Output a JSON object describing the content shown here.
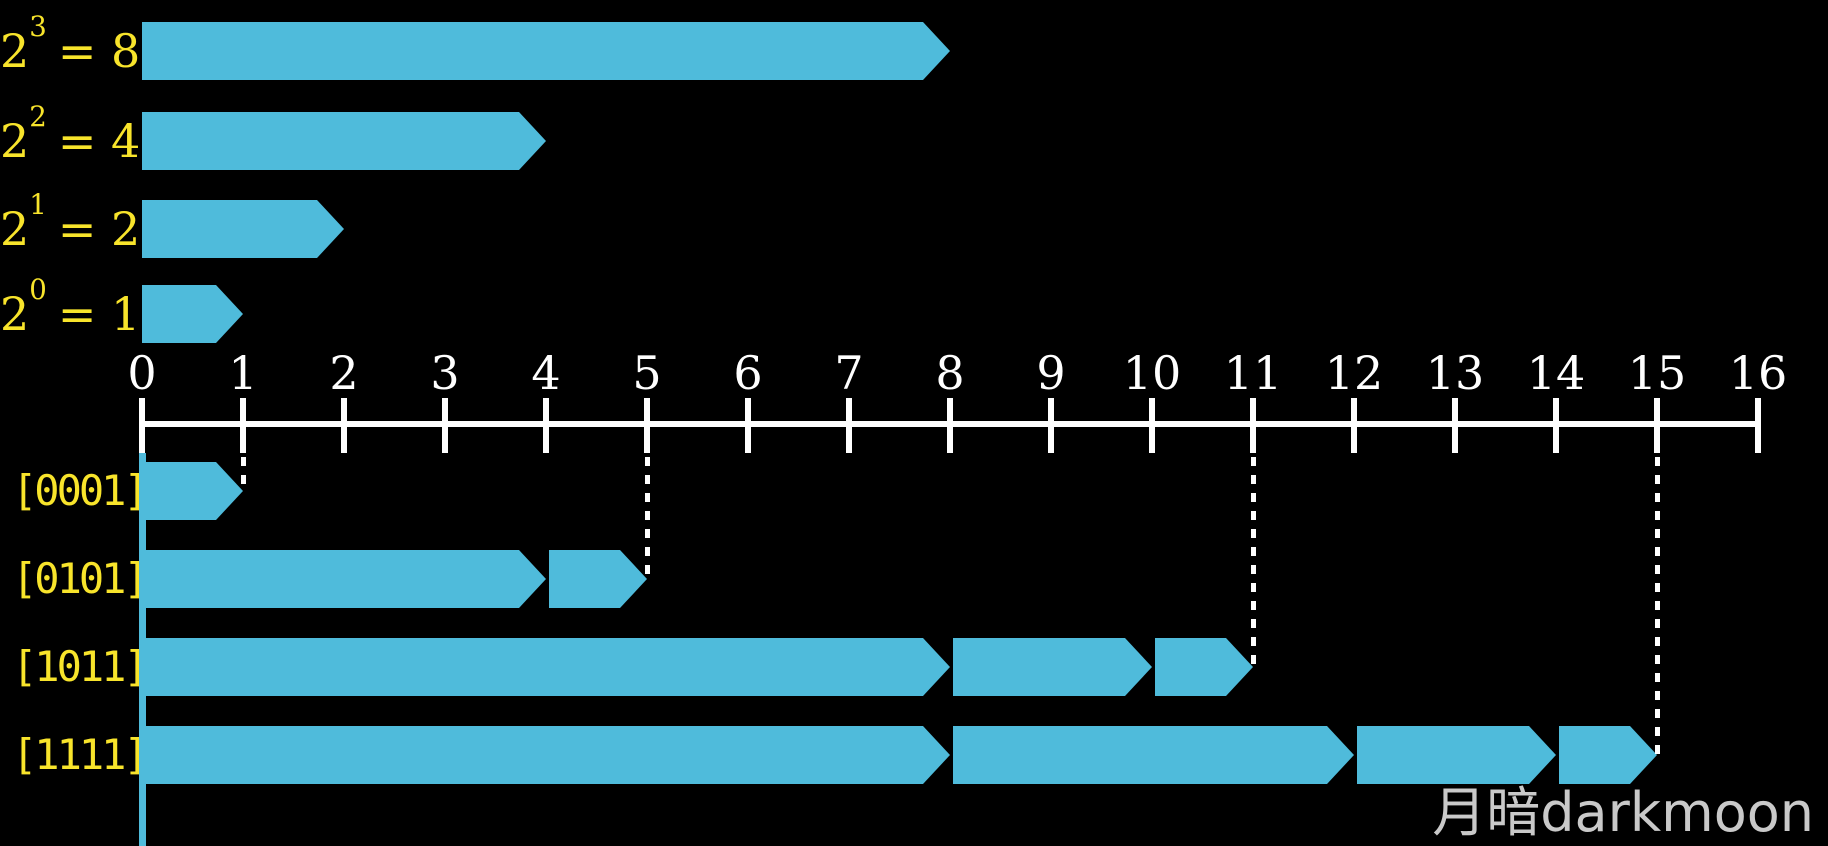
{
  "watermark": "月暗darkmoon",
  "colors": {
    "bar_cyan": "#4FBBDB",
    "label_yellow": "#F8E42B",
    "axis_white": "#FFFFFF",
    "watermark_gray": "#C9C9C9",
    "background": "#000000"
  },
  "chart_data": {
    "type": "bar",
    "orientation": "horizontal",
    "axis": {
      "min": 0,
      "max": 16,
      "tick_labels": [
        "0",
        "1",
        "2",
        "3",
        "4",
        "5",
        "6",
        "7",
        "8",
        "9",
        "10",
        "11",
        "12",
        "13",
        "14",
        "15",
        "16"
      ],
      "grid": false
    },
    "power_rows": [
      {
        "label": {
          "base": "2",
          "exp": "3",
          "eq": "= 8"
        },
        "value": 8,
        "segments": [
          8
        ]
      },
      {
        "label": {
          "base": "2",
          "exp": "2",
          "eq": "= 4"
        },
        "value": 4,
        "segments": [
          4
        ]
      },
      {
        "label": {
          "base": "2",
          "exp": "1",
          "eq": "= 2"
        },
        "value": 2,
        "segments": [
          2
        ]
      },
      {
        "label": {
          "base": "2",
          "exp": "0",
          "eq": "= 1"
        },
        "value": 1,
        "segments": [
          1
        ]
      }
    ],
    "binary_rows": [
      {
        "label": "[0001]",
        "value": 1,
        "segments": [
          1
        ]
      },
      {
        "label": "[0101]",
        "value": 5,
        "segments": [
          4,
          1
        ]
      },
      {
        "label": "[1011]",
        "value": 11,
        "segments": [
          8,
          2,
          1
        ]
      },
      {
        "label": "[1111]",
        "value": 15,
        "segments": [
          8,
          4,
          2,
          1
        ]
      }
    ],
    "dotted_markers": [
      1,
      5,
      11,
      15
    ]
  }
}
